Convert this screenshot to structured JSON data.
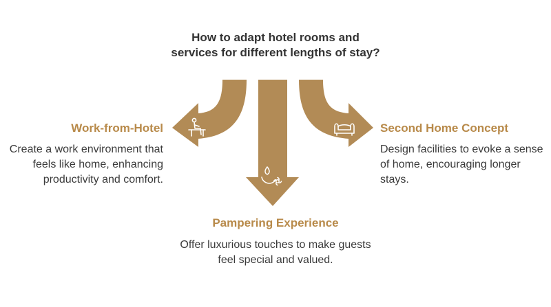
{
  "question": "How to adapt hotel rooms and services for different lengths of stay?",
  "colors": {
    "arrow": "#B28B56",
    "title": "#B88A4A",
    "text": "#3a3a3a",
    "icon": "#ffffff"
  },
  "branches": {
    "work": {
      "title": "Work-from-Hotel",
      "description": "Create a work environment that feels like home, enhancing productivity and comfort.",
      "icon": "person-at-desk-icon"
    },
    "pampering": {
      "title": "Pampering Experience",
      "description": "Offer luxurious touches to make guests feel special and valued.",
      "icon": "spa-flower-icon"
    },
    "home": {
      "title": "Second Home Concept",
      "description": "Design facilities to evoke a sense of home, encouraging longer stays.",
      "icon": "sofa-icon"
    }
  }
}
